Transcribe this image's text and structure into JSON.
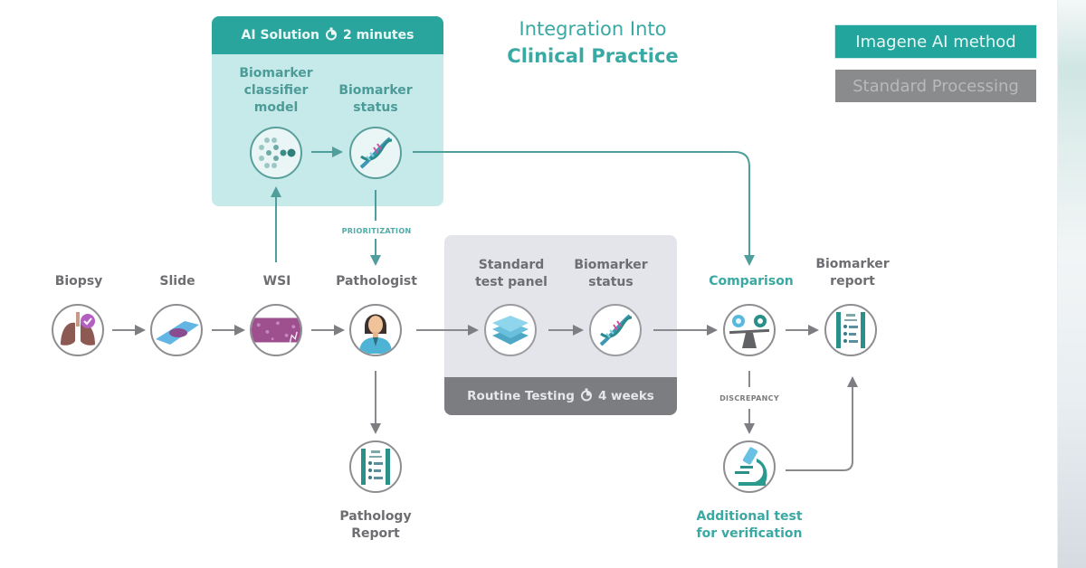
{
  "title": {
    "line1": "Integration Into",
    "line2": "Clinical Practice"
  },
  "legend": [
    {
      "label": "Imagene AI method",
      "color": "#22a59c"
    },
    {
      "label": "Standard Processing",
      "color": "#8a8b8d"
    }
  ],
  "ai_solution": {
    "header_label": "AI Solution",
    "duration": "2 minutes",
    "timer_icon": "stopwatch-icon",
    "steps": [
      {
        "label": "Biomarker\nclassifier\nmodel",
        "icon": "neural-network-icon"
      },
      {
        "label": "Biomarker\nstatus",
        "icon": "dna-icon"
      }
    ]
  },
  "routine_testing": {
    "footer_label": "Routine Testing",
    "duration": "4 weeks",
    "timer_icon": "stopwatch-icon",
    "steps": [
      {
        "label": "Standard\ntest panel",
        "icon": "layers-icon"
      },
      {
        "label": "Biomarker\nstatus",
        "icon": "dna-icon"
      }
    ]
  },
  "main_flow": [
    {
      "label": "Biopsy",
      "icon": "lungs-icon"
    },
    {
      "label": "Slide",
      "icon": "glass-slide-icon"
    },
    {
      "label": "WSI",
      "icon": "tissue-image-icon"
    },
    {
      "label": "Pathologist",
      "icon": "pathologist-icon"
    }
  ],
  "comparison": {
    "label": "Comparison",
    "icon": "balance-scale-icon"
  },
  "biomarker_report": {
    "label": "Biomarker\nreport",
    "icon": "report-clipboard-icon"
  },
  "pathology_report": {
    "label": "Pathology\nReport",
    "icon": "report-clipboard-icon"
  },
  "additional_test": {
    "label": "Additional test\nfor verification",
    "icon": "microscope-icon"
  },
  "edge_labels": {
    "prioritization": "PRIORITIZATION",
    "discrepancy": "DISCREPANCY"
  },
  "colors": {
    "teal": "#2aa59e",
    "teal_text": "#3aa9a3",
    "teal_light_bg": "#c6eaea",
    "gray_box": "#e3e5ea",
    "gray_footer": "#7b7d80",
    "arrow_gray": "#8a8a8e",
    "arrow_teal": "#4f9e9b"
  }
}
